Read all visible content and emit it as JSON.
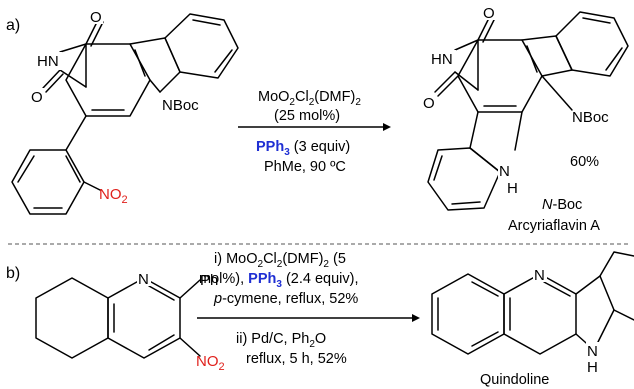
{
  "panel_a": {
    "label": "a)",
    "sm_atoms": {
      "o_top": "O",
      "nh": "HN",
      "o_left": "O",
      "nboc": "NBoc",
      "no2_n": "NO",
      "no2_sub": "2"
    },
    "conditions": {
      "line1_main": "MoO",
      "line1_sub1": "2",
      "line1_mid": "Cl",
      "line1_sub2": "2",
      "line1_end": "(DMF)",
      "line1_sub3": "2",
      "line2": "(25 mol%)",
      "line3_reagent": "PPh",
      "line3_reagent_sub": "3",
      "line3_rest": " (3 equiv)",
      "line4": "PhMe, 90 ºC"
    },
    "product_atoms": {
      "o_top": "O",
      "nh": "HN",
      "o_left": "O",
      "nboc": "NBoc",
      "nh_bottom_n": "N",
      "nh_bottom_h": "H"
    },
    "yield": "60%",
    "product_name_italic": "N",
    "product_name_rest": "-Boc",
    "product_name_line2": "Arcyriaflavin A"
  },
  "panel_b": {
    "label": "b)",
    "sm_atoms": {
      "n": "N",
      "ph": "Ph",
      "no2_n": "NO",
      "no2_sub": "2"
    },
    "conditions": {
      "line1_a": "i) MoO",
      "line1_sub1": "2",
      "line1_b": "Cl",
      "line1_sub2": "2",
      "line1_c": "(DMF)",
      "line1_sub3": "2",
      "line1_d": " (5",
      "line2_a": "mol%), ",
      "line2_reagent": "PPh",
      "line2_reagent_sub": "3",
      "line2_b": " (2.4 equiv),",
      "line3_italic": "p",
      "line3_rest": "-cymene, reflux, 52%",
      "line4_a": "ii) Pd/C, Ph",
      "line4_sub": "2",
      "line4_b": "O",
      "line5": "reflux, 5 h, 52%"
    },
    "product_atoms": {
      "n": "N",
      "nh_n": "N",
      "nh_h": "H"
    },
    "product_name": "Quindoline"
  },
  "colors": {
    "nitro": "#e0201b",
    "reagent": "#1f2fd3",
    "divider": "#555555"
  }
}
